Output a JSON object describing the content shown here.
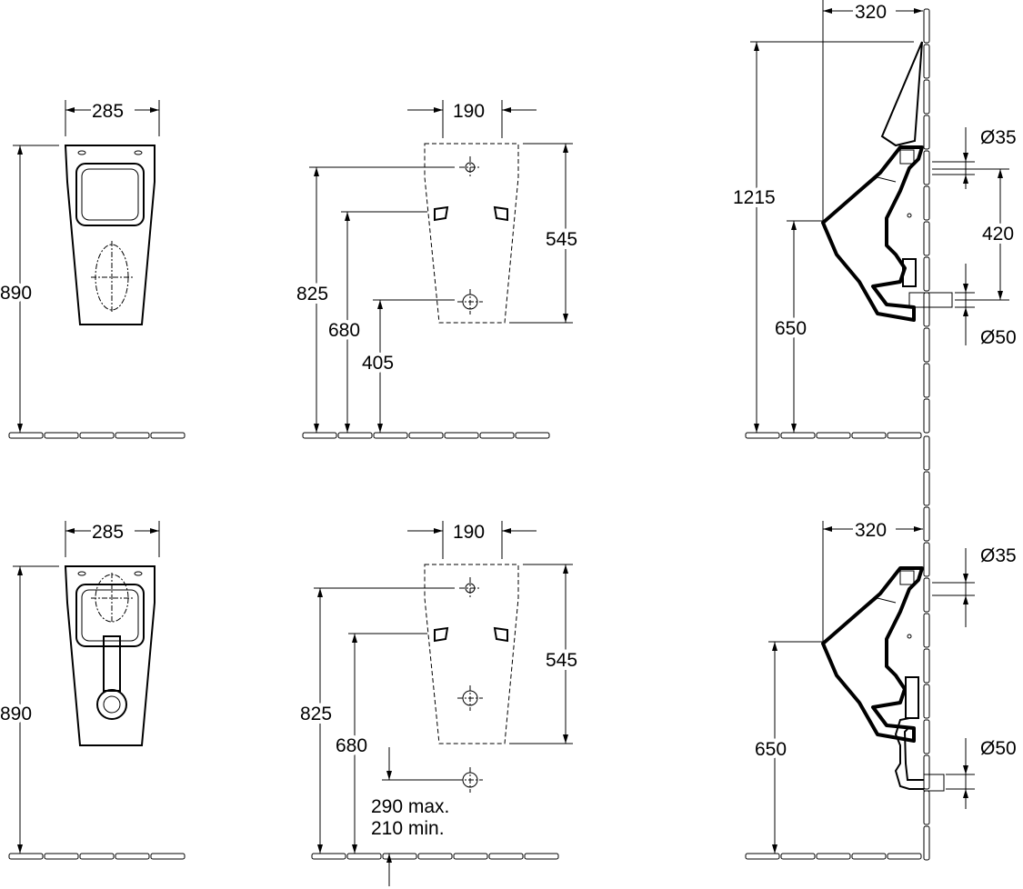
{
  "top_row": {
    "front_view": {
      "width": "285",
      "height": "890"
    },
    "mounting_view": {
      "bracket_spacing": "190",
      "template_height": "545",
      "upper_fixing_height": "825",
      "bracket_height": "680",
      "waste_height": "405"
    },
    "side_view": {
      "depth": "320",
      "total_height": "1215",
      "rim_height": "650",
      "inlet_diameter": "Ø35",
      "inlet_to_waste": "420",
      "waste_diameter": "Ø50"
    }
  },
  "bottom_row": {
    "front_view": {
      "width": "285",
      "height": "890"
    },
    "mounting_view": {
      "bracket_spacing": "190",
      "template_height": "545",
      "upper_fixing_height": "825",
      "bracket_height": "680",
      "waste_max": "290 max.",
      "waste_min": "210 min."
    },
    "side_view": {
      "depth": "320",
      "rim_height": "650",
      "inlet_diameter": "Ø35",
      "waste_diameter": "Ø50"
    }
  }
}
